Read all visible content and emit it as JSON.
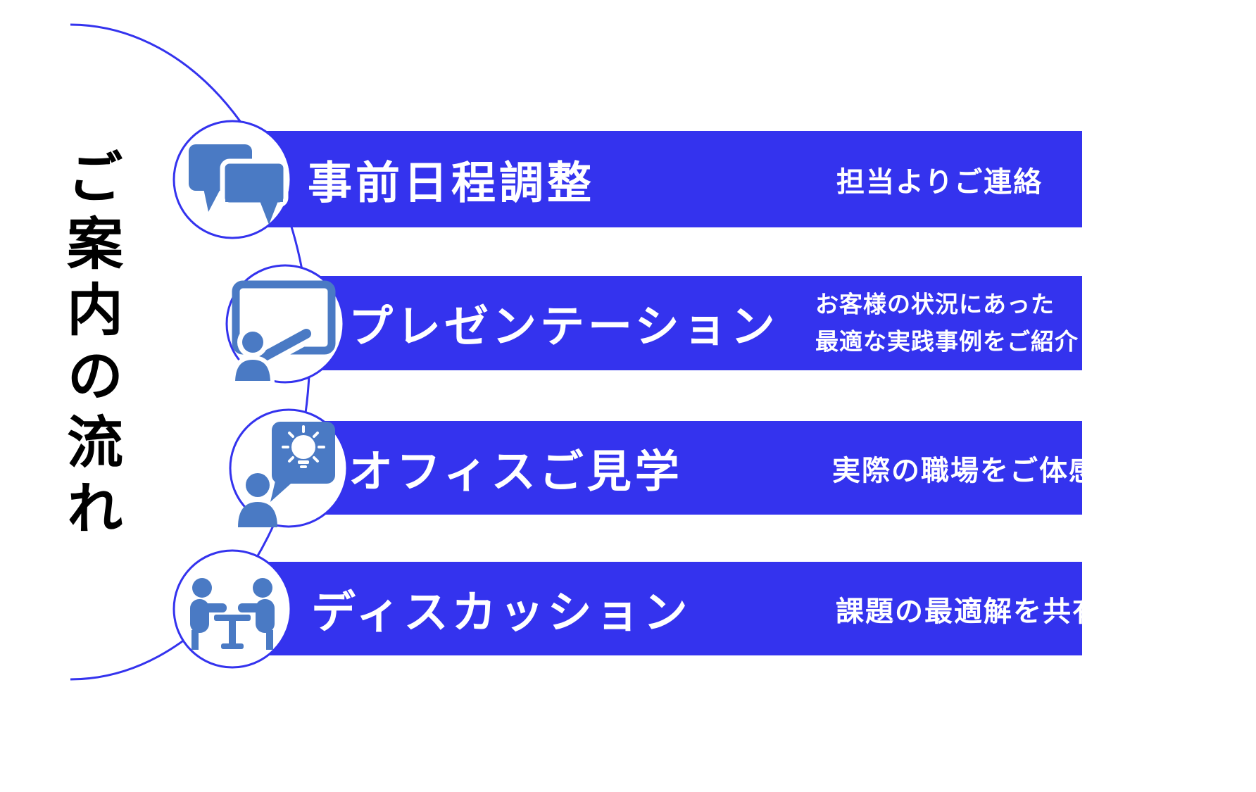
{
  "page": {
    "background": "#ffffff",
    "heading": "ご案内の流れ"
  },
  "colors": {
    "bar_blue": "#3433ee",
    "arc_blue": "#3433ee",
    "icon_blue": "#4a7ac4",
    "heading_black": "#000000",
    "bar_text_white": "#ffffff"
  },
  "steps": [
    {
      "order": 1,
      "icon": "chat-bubbles-icon",
      "title": "事前日程調整",
      "description_lines": [
        "担当よりご連絡"
      ]
    },
    {
      "order": 2,
      "icon": "presentation-icon",
      "title": "プレゼンテーション",
      "description_lines": [
        "お客様の状況にあった",
        "最適な実践事例をご紹介"
      ]
    },
    {
      "order": 3,
      "icon": "idea-speech-bubble-icon",
      "title": "オフィスご見学",
      "description_lines": [
        "実際の職場をご体感"
      ]
    },
    {
      "order": 4,
      "icon": "discussion-icon",
      "title": "ディスカッション",
      "description_lines": [
        "課題の最適解を共有"
      ]
    }
  ]
}
